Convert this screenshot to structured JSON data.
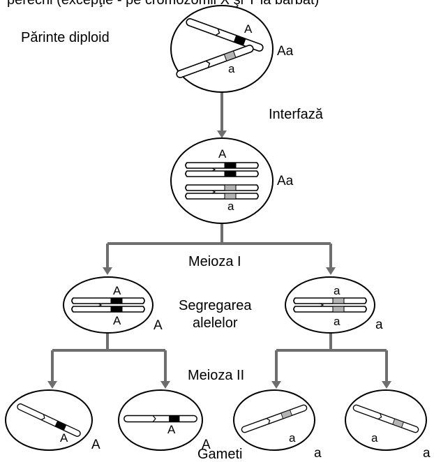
{
  "header_text": "perechi (excepţie - pe cromozomii X şi Y la bărbat)",
  "labels": {
    "parent": "Părinte diploid",
    "interphase": "Interfază",
    "meiosis1": "Meioza I",
    "segregation_line1": "Segregarea",
    "segregation_line2": "alelelor",
    "meiosis2": "Meioza II",
    "gametes": "Gameti"
  },
  "alleles": {
    "dominant": "A",
    "recessive": "a",
    "heterozygous": "Aa"
  },
  "colors": {
    "dominant_band": "#000000",
    "recessive_band": "#b4b4b4",
    "connector": "#6e6e6e"
  }
}
